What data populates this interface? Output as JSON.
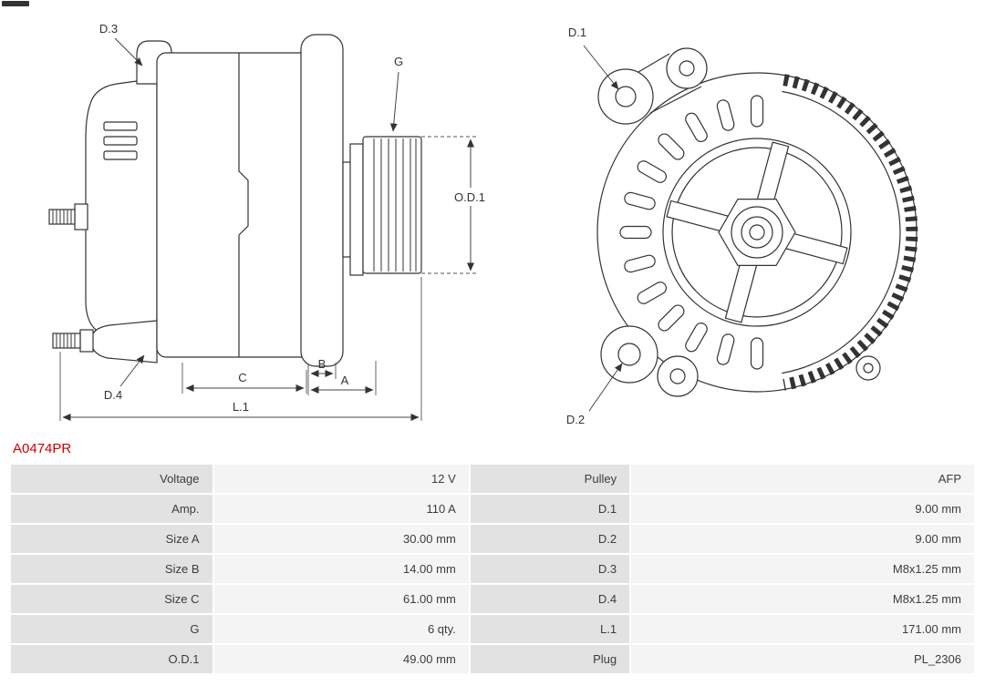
{
  "part_number": "A0474PR",
  "accent_color": "#cc0000",
  "diagram": {
    "labels": {
      "d1": "D.1",
      "d2": "D.2",
      "d3": "D.3",
      "d4": "D.4",
      "g": "G",
      "od1": "O.D.1",
      "a": "A",
      "b": "B",
      "c": "C",
      "l1": "L.1"
    }
  },
  "specs": {
    "rows": [
      {
        "label_left": "Voltage",
        "value_left": "12 V",
        "label_right": "Pulley",
        "value_right": "AFP"
      },
      {
        "label_left": "Amp.",
        "value_left": "110 A",
        "label_right": "D.1",
        "value_right": "9.00 mm"
      },
      {
        "label_left": "Size A",
        "value_left": "30.00 mm",
        "label_right": "D.2",
        "value_right": "9.00 mm"
      },
      {
        "label_left": "Size B",
        "value_left": "14.00 mm",
        "label_right": "D.3",
        "value_right": "M8x1.25 mm"
      },
      {
        "label_left": "Size C",
        "value_left": "61.00 mm",
        "label_right": "D.4",
        "value_right": "M8x1.25 mm"
      },
      {
        "label_left": "G",
        "value_left": "6 qty.",
        "label_right": "L.1",
        "value_right": "171.00 mm"
      },
      {
        "label_left": "O.D.1",
        "value_left": "49.00 mm",
        "label_right": "Plug",
        "value_right": "PL_2306"
      }
    ]
  }
}
